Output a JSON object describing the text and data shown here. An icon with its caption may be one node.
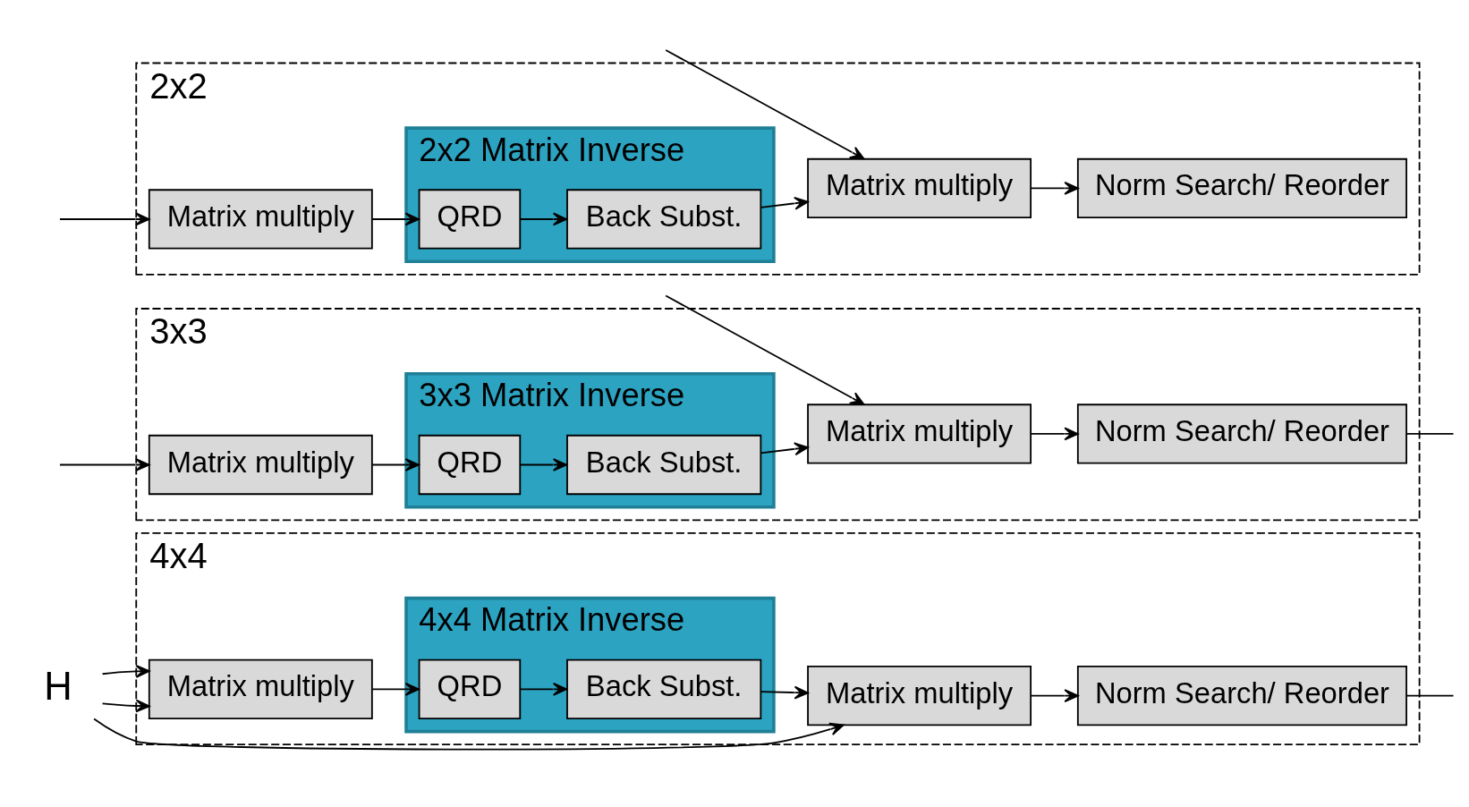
{
  "diagram": {
    "nodes": [
      {
        "text": [
          "H"
        ]
      },
      {
        "text": [
          "4x4"
        ]
      },
      {
        "text": [
          "Matrix multiply"
        ],
        "in": 1
      },
      {
        "text": [
          "4x4 Matrix Inverse"
        ],
        "in": 1
      },
      {
        "text": [
          "QRD"
        ],
        "in": 3
      },
      {
        "text": [
          "Back Subst."
        ],
        "in": 3
      },
      {
        "text": [
          "Matrix multiply"
        ],
        "in": 1
      },
      {
        "text": [
          "Norm Search/ Reorder"
        ],
        "in": 1
      },
      {
        "text": [
          "3x3"
        ]
      },
      {
        "text": [
          "Matrix multiply"
        ],
        "in": 8
      },
      {
        "text": [
          "3x3 Matrix Inverse"
        ],
        "in": 8
      },
      {
        "text": [
          "QRD"
        ],
        "in": 10
      },
      {
        "text": [
          "Back Subst."
        ],
        "in": 10
      },
      {
        "text": [
          "Matrix multiply"
        ],
        "in": 8
      },
      {
        "text": [
          "Norm Search/ Reorder"
        ],
        "in": 8
      },
      {
        "text": [
          "2x2"
        ]
      },
      {
        "text": [
          "Matrix multiply"
        ],
        "in": 15
      },
      {
        "text": [
          "2x2 Matrix Inverse"
        ],
        "in": 15
      },
      {
        "text": [
          "QRD"
        ],
        "in": 17
      },
      {
        "text": [
          "Back Subst."
        ],
        "in": 17
      },
      {
        "text": [
          "Matrix multiply"
        ],
        "in": 15
      },
      {
        "text": [
          "Norm Search/ Reorder"
        ],
        "in": 15
      }
    ],
    "edges": [
      {
        "from": 0,
        "to": 2,
        "arrow": "to"
      },
      {
        "from": 0,
        "to": 2,
        "arrow": "to"
      },
      {
        "from": 0,
        "to": 6,
        "arrow": "to"
      },
      {
        "from": 2,
        "to": 4,
        "arrow": "to"
      },
      {
        "from": 4,
        "to": 5,
        "arrow": "to"
      },
      {
        "from": 5,
        "to": 6,
        "arrow": "to"
      },
      {
        "from": 6,
        "to": 7,
        "arrow": "to"
      },
      {
        "from": 7,
        "to": null,
        "arrow": "none"
      },
      {
        "from": null,
        "to": 9,
        "arrow": "to"
      },
      {
        "from": null,
        "to": 13,
        "arrow": "to"
      },
      {
        "from": 9,
        "to": 11,
        "arrow": "to"
      },
      {
        "from": 11,
        "to": 12,
        "arrow": "to"
      },
      {
        "from": 12,
        "to": 13,
        "arrow": "to"
      },
      {
        "from": 13,
        "to": 14,
        "arrow": "to"
      },
      {
        "from": 14,
        "to": null,
        "arrow": "none"
      },
      {
        "from": null,
        "to": 16,
        "arrow": "to"
      },
      {
        "from": null,
        "to": 20,
        "arrow": "to"
      },
      {
        "from": 16,
        "to": 18,
        "arrow": "to"
      },
      {
        "from": 18,
        "to": 19,
        "arrow": "to"
      },
      {
        "from": 19,
        "to": 20,
        "arrow": "to"
      },
      {
        "from": 20,
        "to": 21,
        "arrow": "to"
      }
    ]
  }
}
